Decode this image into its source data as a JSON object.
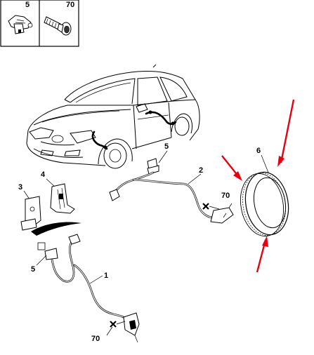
{
  "legend": {
    "cells": [
      {
        "label": "5"
      },
      {
        "label": "70"
      }
    ]
  },
  "callouts": {
    "c1": "1",
    "c2": "2",
    "c3": "3",
    "c4": "4",
    "c5_top": "5",
    "c5_left": "5",
    "c6": "6",
    "c70_right": "70",
    "c70_bottom": "70"
  },
  "colors": {
    "line": "#000000",
    "background": "#ffffff",
    "arrow": "#e8000e"
  }
}
